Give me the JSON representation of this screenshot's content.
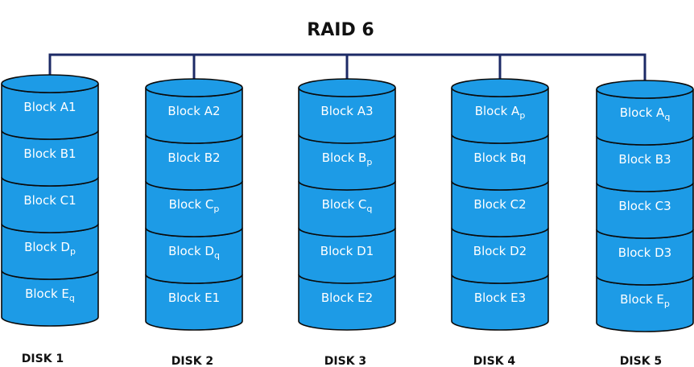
{
  "title": "RAID 6",
  "colors": {
    "cylinder_fill": "#1d9be6",
    "cylinder_stroke": "#0a0a0a",
    "bus_line": "#1c2a66",
    "label_text": "#111111",
    "block_text": "#ffffff"
  },
  "disks": [
    {
      "label": "DISK 1",
      "blocks": [
        {
          "main": "Block A1",
          "sub": ""
        },
        {
          "main": "Block B1",
          "sub": ""
        },
        {
          "main": "Block C1",
          "sub": ""
        },
        {
          "main": "Block D",
          "sub": "p"
        },
        {
          "main": "Block E",
          "sub": "q"
        }
      ]
    },
    {
      "label": "DISK 2",
      "blocks": [
        {
          "main": "Block A2",
          "sub": ""
        },
        {
          "main": "Block B2",
          "sub": ""
        },
        {
          "main": "Block C",
          "sub": "p"
        },
        {
          "main": "Block D",
          "sub": "q"
        },
        {
          "main": "Block E1",
          "sub": ""
        }
      ]
    },
    {
      "label": "DISK 3",
      "blocks": [
        {
          "main": "Block A3",
          "sub": ""
        },
        {
          "main": "Block B",
          "sub": "p"
        },
        {
          "main": "Block C",
          "sub": "q"
        },
        {
          "main": "Block D1",
          "sub": ""
        },
        {
          "main": "Block E2",
          "sub": ""
        }
      ]
    },
    {
      "label": "DISK 4",
      "blocks": [
        {
          "main": "Block A",
          "sub": "p"
        },
        {
          "main": "Block Bq",
          "sub": ""
        },
        {
          "main": "Block C2",
          "sub": ""
        },
        {
          "main": "Block D2",
          "sub": ""
        },
        {
          "main": "Block E3",
          "sub": ""
        }
      ]
    },
    {
      "label": "DISK  5",
      "blocks": [
        {
          "main": "Block A",
          "sub": "q"
        },
        {
          "main": "Block B3",
          "sub": ""
        },
        {
          "main": "Block C3",
          "sub": ""
        },
        {
          "main": "Block D3",
          "sub": ""
        },
        {
          "main": "Block E",
          "sub": "p"
        }
      ]
    }
  ]
}
